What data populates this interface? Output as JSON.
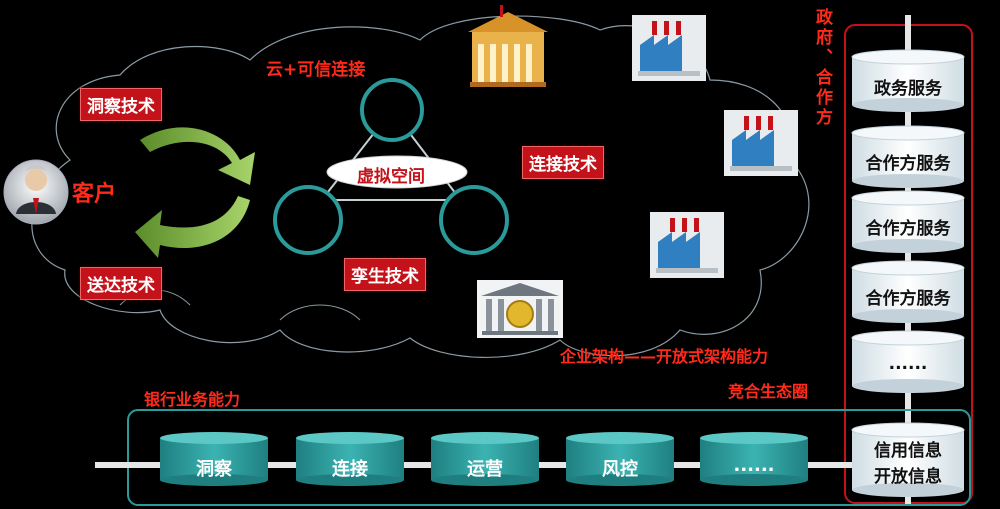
{
  "diagram": {
    "customer": "客户",
    "insight_tech": "洞察技术",
    "delivery_tech": "送达技术",
    "cloud_connect": "云+可信连接",
    "virtual_space": "虚拟空间",
    "twin_tech": "孪生技术",
    "connect_tech": "连接技术",
    "enterprise_arch": "企业架构——开放式架构能力",
    "coopetition": "竞合生态圈",
    "gov_partner": "政府、合作方",
    "bank_capability": "银行业务能力"
  },
  "right_stack": [
    "政务服务",
    "合作方服务",
    "合作方服务",
    "合作方服务",
    "......"
  ],
  "right_bottom": [
    "信用信息",
    "开放信息"
  ],
  "bank_stack": [
    "洞察",
    "连接",
    "运营",
    "风控",
    "......"
  ],
  "colors": {
    "red": "#c4121a",
    "label_red": "#ff2a1a",
    "teal": "#2a9a9a",
    "arrow_green": "#8bc34a",
    "cylinder_white": "#e6eef2"
  }
}
